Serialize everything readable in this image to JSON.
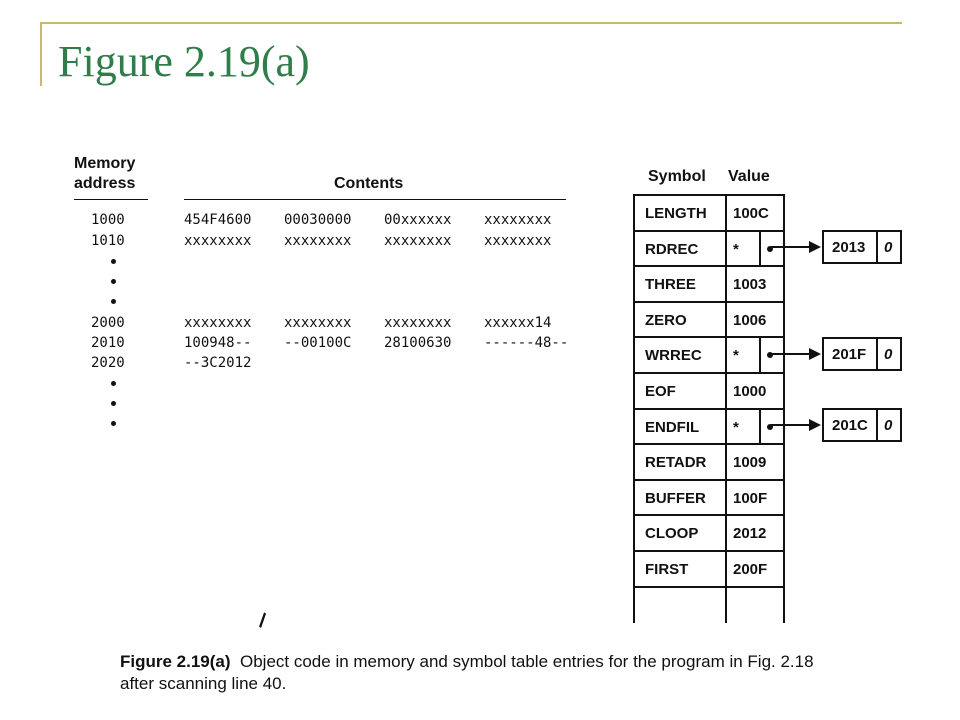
{
  "title": "Figure 2.19(a)",
  "memory": {
    "header_address": "Memory address",
    "header_contents": "Contents",
    "rows": [
      {
        "address": "1000",
        "words": [
          "454F4600",
          "00030000",
          "00xxxxxx",
          "xxxxxxxx"
        ]
      },
      {
        "address": "1010",
        "words": [
          "xxxxxxxx",
          "xxxxxxxx",
          "xxxxxxxx",
          "xxxxxxxx"
        ]
      },
      {
        "address": "2000",
        "words": [
          "xxxxxxxx",
          "xxxxxxxx",
          "xxxxxxxx",
          "xxxxxx14"
        ]
      },
      {
        "address": "2010",
        "words": [
          "100948--",
          "--00100C",
          "28100630",
          "------48--"
        ]
      },
      {
        "address": "2020",
        "words": [
          "--3C2012",
          "",
          "",
          ""
        ]
      }
    ]
  },
  "symtab": {
    "header_symbol": "Symbol",
    "header_value": "Value",
    "entries": [
      {
        "symbol": "LENGTH",
        "value": "100C"
      },
      {
        "symbol": "RDREC",
        "value": "*",
        "ref_addr": "2013",
        "ref_null": "0"
      },
      {
        "symbol": "THREE",
        "value": "1003"
      },
      {
        "symbol": "ZERO",
        "value": "1006"
      },
      {
        "symbol": "WRREC",
        "value": "*",
        "ref_addr": "201F",
        "ref_null": "0"
      },
      {
        "symbol": "EOF",
        "value": "1000"
      },
      {
        "symbol": "ENDFIL",
        "value": "*",
        "ref_addr": "201C",
        "ref_null": "0"
      },
      {
        "symbol": "RETADR",
        "value": "1009"
      },
      {
        "symbol": "BUFFER",
        "value": "100F"
      },
      {
        "symbol": "CLOOP",
        "value": "2012"
      },
      {
        "symbol": "FIRST",
        "value": "200F"
      }
    ]
  },
  "caption": {
    "label": "Figure 2.19(a)",
    "text": "Object code in memory and symbol table entries for the program in Fig. 2.18 after scanning line 40."
  },
  "colors": {
    "title": "#2f7d4a",
    "accent": "#c9b96a"
  }
}
